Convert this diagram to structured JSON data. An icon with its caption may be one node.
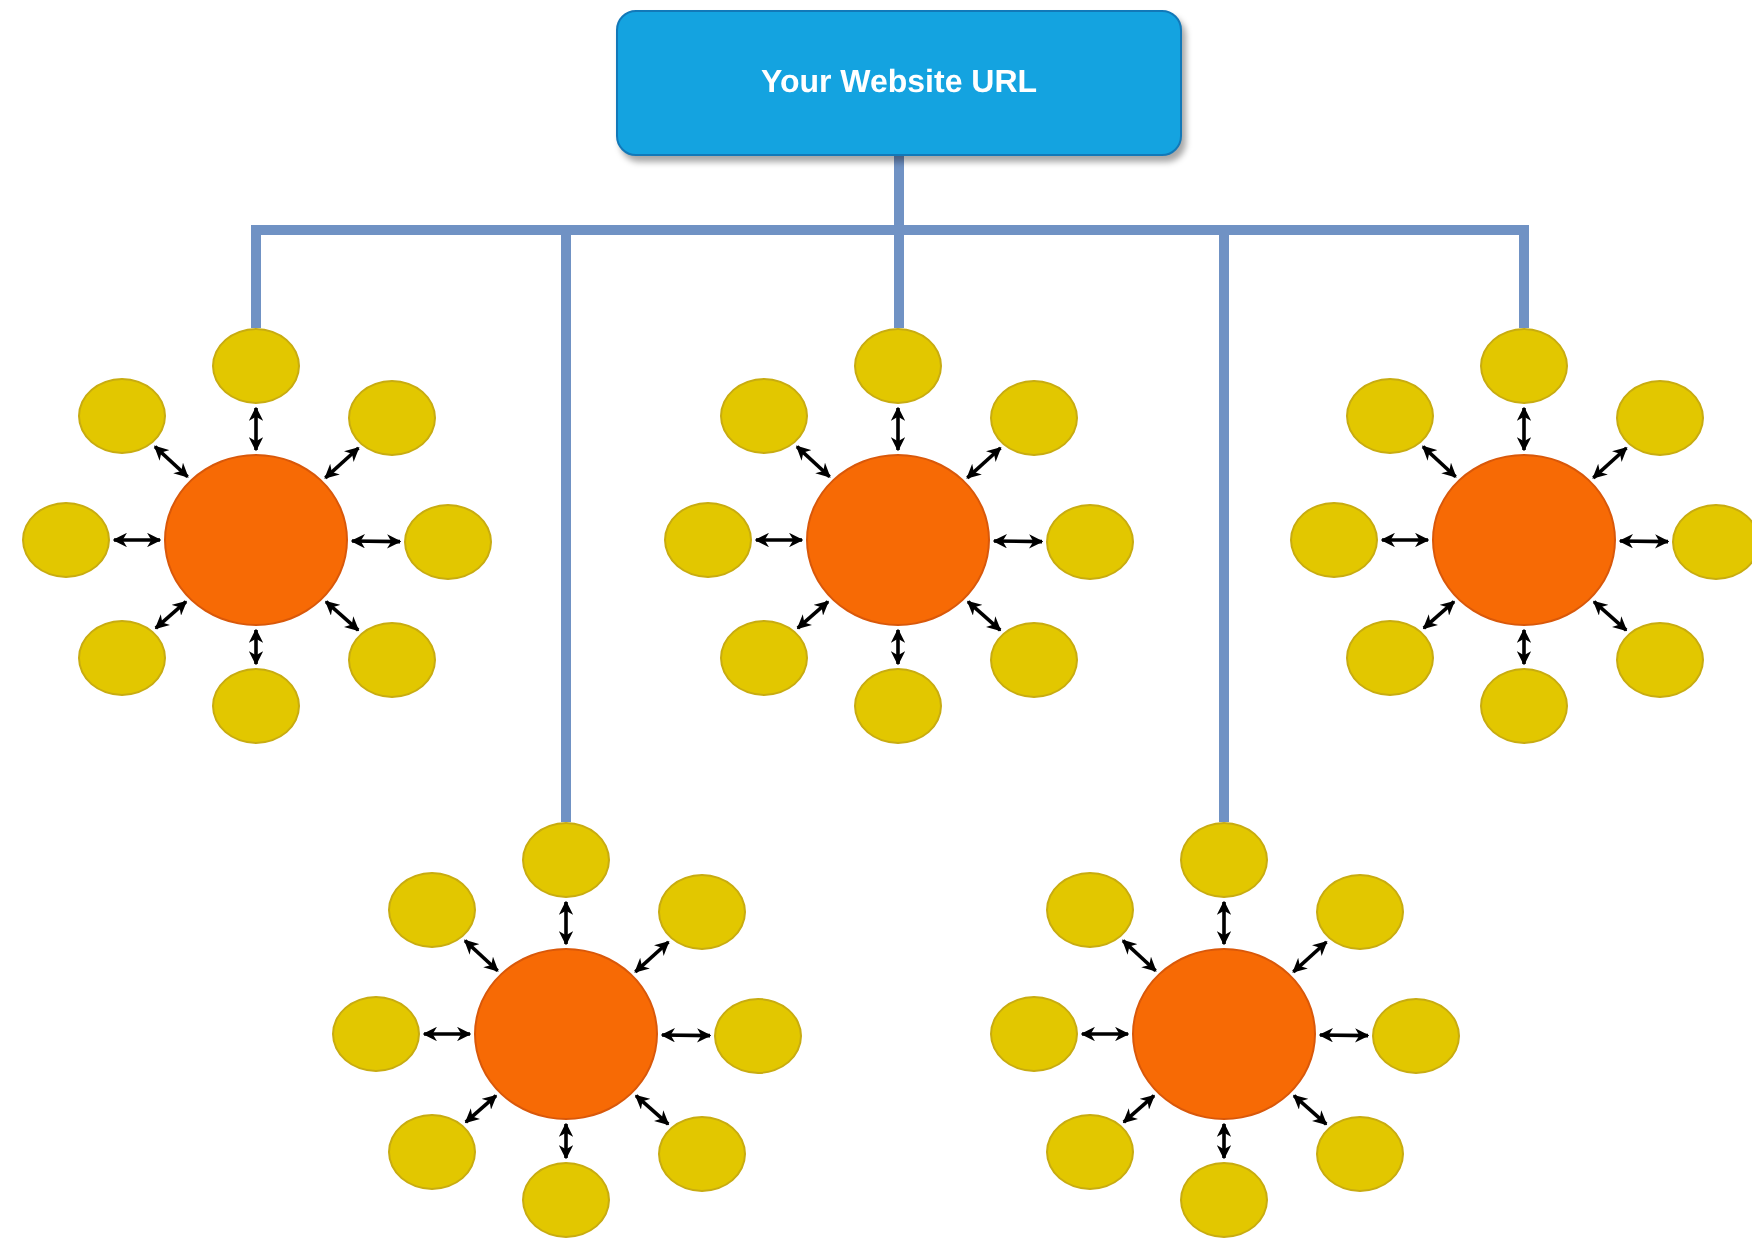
{
  "diagram": {
    "nodes": [
      {
        "text": [
          "Your Website URL"
        ]
      },
      {
        "text": [],
        "shape": "circle"
      },
      {
        "text": [],
        "shape": "circle"
      },
      {
        "text": [],
        "shape": "circle"
      },
      {
        "text": [],
        "shape": "circle"
      },
      {
        "text": [],
        "shape": "circle"
      },
      {
        "text": [],
        "shape": "circle"
      },
      {
        "text": [],
        "shape": "circle"
      },
      {
        "text": [],
        "shape": "circle"
      },
      {
        "text": [],
        "shape": "circle"
      },
      {
        "text": [],
        "shape": "circle"
      },
      {
        "text": [],
        "shape": "circle"
      },
      {
        "text": [],
        "shape": "circle"
      },
      {
        "text": [],
        "shape": "circle"
      },
      {
        "text": [],
        "shape": "circle"
      },
      {
        "text": [],
        "shape": "circle"
      },
      {
        "text": [],
        "shape": "circle"
      },
      {
        "text": [],
        "shape": "circle"
      },
      {
        "text": [],
        "shape": "circle"
      },
      {
        "text": [],
        "shape": "circle"
      },
      {
        "text": [],
        "shape": "circle"
      },
      {
        "text": [],
        "shape": "circle"
      },
      {
        "text": [],
        "shape": "circle"
      },
      {
        "text": [],
        "shape": "circle"
      },
      {
        "text": [],
        "shape": "circle"
      },
      {
        "text": [],
        "shape": "circle"
      },
      {
        "text": [],
        "shape": "circle"
      },
      {
        "text": [],
        "shape": "circle"
      },
      {
        "text": [],
        "shape": "circle"
      },
      {
        "text": [],
        "shape": "circle"
      },
      {
        "text": [],
        "shape": "circle"
      },
      {
        "text": [],
        "shape": "circle"
      },
      {
        "text": [],
        "shape": "circle"
      },
      {
        "text": [],
        "shape": "circle"
      },
      {
        "text": [],
        "shape": "circle"
      },
      {
        "text": [],
        "shape": "circle"
      },
      {
        "text": [],
        "shape": "circle"
      },
      {
        "text": [],
        "shape": "circle"
      },
      {
        "text": [],
        "shape": "circle"
      },
      {
        "text": [],
        "shape": "circle"
      },
      {
        "text": [],
        "shape": "circle"
      },
      {
        "text": [],
        "shape": "circle"
      },
      {
        "text": [],
        "shape": "circle"
      },
      {
        "text": [],
        "shape": "circle"
      },
      {
        "text": [],
        "shape": "circle"
      },
      {
        "text": [],
        "shape": "circle"
      }
    ],
    "edges": [
      {
        "from": 0,
        "to": 2,
        "arrow": "none",
        "style": "thick",
        "color": "#7092c4"
      },
      {
        "from": 0,
        "to": 11,
        "arrow": "none",
        "style": "thick",
        "color": "#7092c4"
      },
      {
        "from": 0,
        "to": 20,
        "arrow": "none",
        "style": "thick",
        "color": "#7092c4"
      },
      {
        "from": 0,
        "to": 29,
        "arrow": "none",
        "style": "thick",
        "color": "#7092c4"
      },
      {
        "from": 0,
        "to": 38,
        "arrow": "none",
        "style": "thick",
        "color": "#7092c4"
      },
      {
        "from": 1,
        "to": 2,
        "arrow": "both"
      },
      {
        "from": 1,
        "to": 3,
        "arrow": "both"
      },
      {
        "from": 1,
        "to": 4,
        "arrow": "both"
      },
      {
        "from": 1,
        "to": 5,
        "arrow": "both"
      },
      {
        "from": 1,
        "to": 6,
        "arrow": "both"
      },
      {
        "from": 1,
        "to": 7,
        "arrow": "both"
      },
      {
        "from": 1,
        "to": 8,
        "arrow": "both"
      },
      {
        "from": 1,
        "to": 9,
        "arrow": "both"
      },
      {
        "from": 10,
        "to": 11,
        "arrow": "both"
      },
      {
        "from": 10,
        "to": 12,
        "arrow": "both"
      },
      {
        "from": 10,
        "to": 13,
        "arrow": "both"
      },
      {
        "from": 10,
        "to": 14,
        "arrow": "both"
      },
      {
        "from": 10,
        "to": 15,
        "arrow": "both"
      },
      {
        "from": 10,
        "to": 16,
        "arrow": "both"
      },
      {
        "from": 10,
        "to": 17,
        "arrow": "both"
      },
      {
        "from": 10,
        "to": 18,
        "arrow": "both"
      },
      {
        "from": 19,
        "to": 20,
        "arrow": "both"
      },
      {
        "from": 19,
        "to": 21,
        "arrow": "both"
      },
      {
        "from": 19,
        "to": 22,
        "arrow": "both"
      },
      {
        "from": 19,
        "to": 23,
        "arrow": "both"
      },
      {
        "from": 19,
        "to": 24,
        "arrow": "both"
      },
      {
        "from": 19,
        "to": 25,
        "arrow": "both"
      },
      {
        "from": 19,
        "to": 26,
        "arrow": "both"
      },
      {
        "from": 19,
        "to": 27,
        "arrow": "both"
      },
      {
        "from": 28,
        "to": 29,
        "arrow": "both"
      },
      {
        "from": 28,
        "to": 30,
        "arrow": "both"
      },
      {
        "from": 28,
        "to": 31,
        "arrow": "both"
      },
      {
        "from": 28,
        "to": 32,
        "arrow": "both"
      },
      {
        "from": 28,
        "to": 33,
        "arrow": "both"
      },
      {
        "from": 28,
        "to": 34,
        "arrow": "both"
      },
      {
        "from": 28,
        "to": 35,
        "arrow": "both"
      },
      {
        "from": 28,
        "to": 36,
        "arrow": "both"
      },
      {
        "from": 37,
        "to": 38,
        "arrow": "both"
      },
      {
        "from": 37,
        "to": 39,
        "arrow": "both"
      },
      {
        "from": 37,
        "to": 40,
        "arrow": "both"
      },
      {
        "from": 37,
        "to": 41,
        "arrow": "both"
      },
      {
        "from": 37,
        "to": 42,
        "arrow": "both"
      },
      {
        "from": 37,
        "to": 43,
        "arrow": "both"
      },
      {
        "from": 37,
        "to": 44,
        "arrow": "both"
      },
      {
        "from": 37,
        "to": 45,
        "arrow": "both"
      }
    ]
  }
}
